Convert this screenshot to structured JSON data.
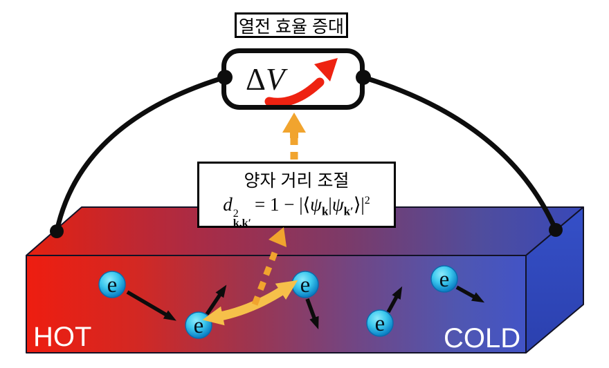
{
  "header_label": {
    "text": "열전 효율 증대"
  },
  "voltmeter": {
    "symbol": "Δ",
    "variable": "V"
  },
  "formula_box": {
    "title": "양자 거리 조절",
    "formula": {
      "d": "d",
      "d_sup": "2",
      "d_sub": "k,k′",
      "equals_part": "= 1 − |⟨",
      "psi_a": "ψ",
      "psi_a_sub": "k",
      "bar": "|",
      "psi_b": "ψ",
      "psi_b_sub": "k′",
      "close_part": "⟩|",
      "outer_sup": "2"
    }
  },
  "slab": {
    "hot_label": "HOT",
    "cold_label": "COLD",
    "electron_symbol": "e",
    "electron_count": 5
  },
  "colors": {
    "hot_red": "#ee1d10",
    "cold_blue": "#4254c6",
    "side_blue": "#3049c0",
    "wire_black": "#0d0d0d",
    "thick_arrow_yellow": "#f6c04a",
    "dashed_arrow_orange": "#f1a42e",
    "red_arrow": "#ee2211",
    "electron_cyan": "#2fc7f0",
    "label_text": "#000000",
    "slab_text": "#ffffff"
  }
}
